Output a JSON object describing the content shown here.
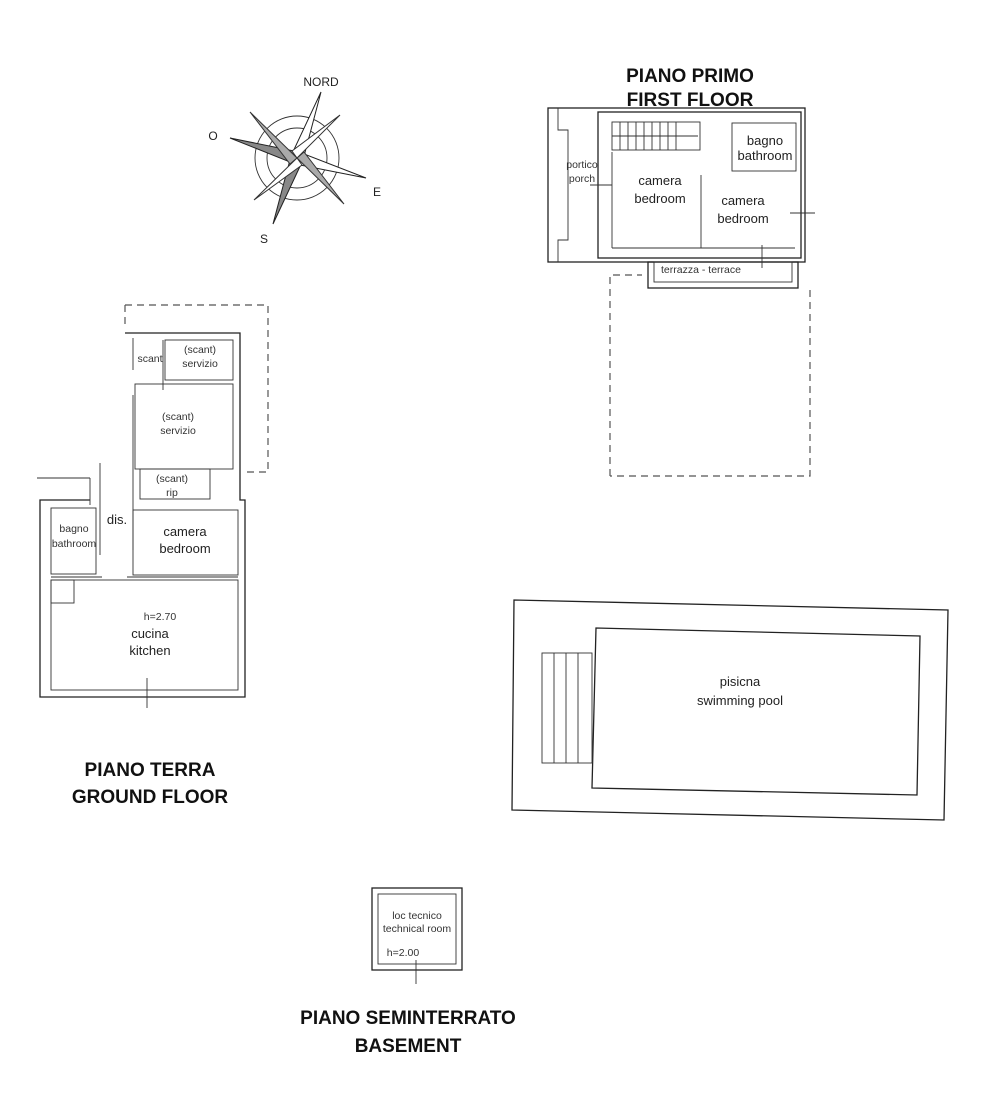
{
  "compass": {
    "north": "NORD",
    "west": "O",
    "east": "E",
    "south": "S"
  },
  "first_floor": {
    "title_it": "PIANO PRIMO",
    "title_en": "FIRST FLOOR",
    "rooms": {
      "porch_it": "portico",
      "porch_en": "porch",
      "bath_it": "bagno",
      "bath_en": "bathroom",
      "bed1_it": "camera",
      "bed1_en": "bedroom",
      "bed2_it": "camera",
      "bed2_en": "bedroom",
      "terrace": "terrazza - terrace"
    }
  },
  "ground_floor": {
    "title_it": "PIANO TERRA",
    "title_en": "GROUND FLOOR",
    "rooms": {
      "scant": "scant",
      "serv1_a": "(scant)",
      "serv1_b": "servizio",
      "serv2_a": "(scant)",
      "serv2_b": "servizio",
      "rip_a": "(scant)",
      "rip_b": "rip",
      "dis": "dis.",
      "bath_it": "bagno",
      "bath_en": "bathroom",
      "bed_it": "camera",
      "bed_en": "bedroom",
      "height": "h=2.70",
      "kitchen_it": "cucina",
      "kitchen_en": "kitchen"
    }
  },
  "pool": {
    "label_it": "pisicna",
    "label_en": "swimming pool"
  },
  "basement": {
    "title_it": "PIANO SEMINTERRATO",
    "title_en": "BASEMENT",
    "room_it": "loc tecnico",
    "room_en": "technical room",
    "height": "h=2.00"
  }
}
